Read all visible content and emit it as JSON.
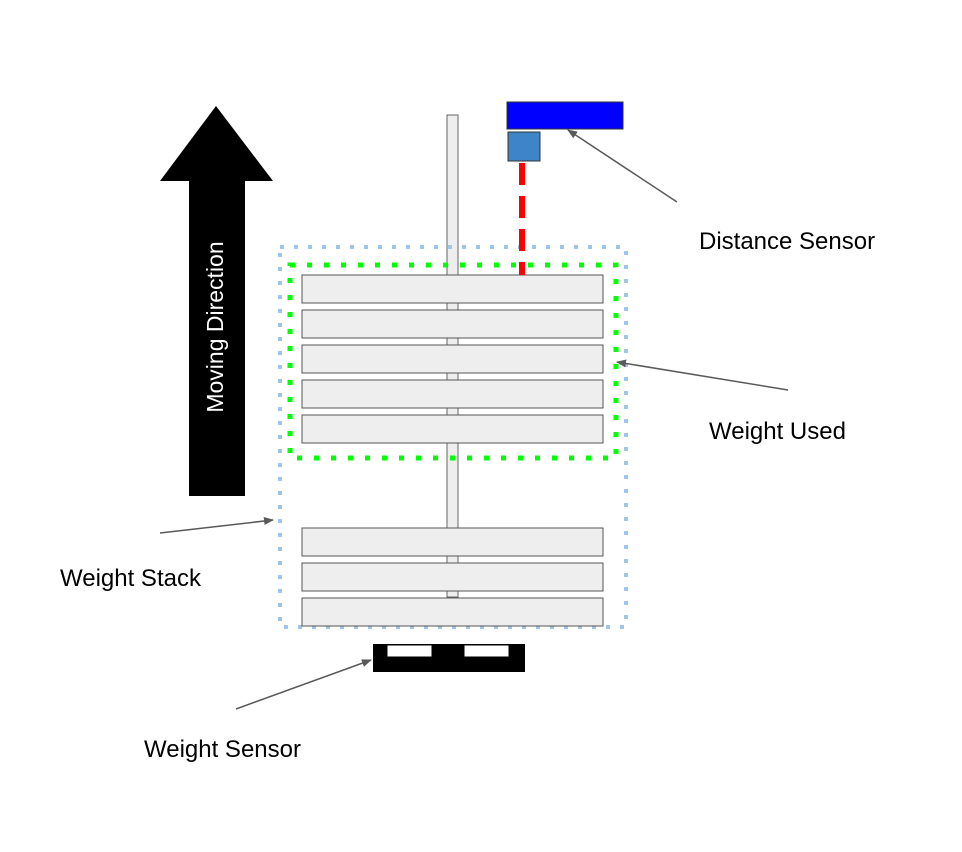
{
  "labels": {
    "moving_direction": "Moving Direction",
    "distance_sensor": "Distance Sensor",
    "weight_used": "Weight Used",
    "weight_stack": "Weight Stack",
    "weight_sensor": "Weight Sensor"
  },
  "colors": {
    "sensor_bar": "#0000ff",
    "sensor_head": "#3d85c6",
    "laser": "#ff0000",
    "weight_used_outline": "#00ff00",
    "weight_stack_outline": "#9fc5e8",
    "plate_fill": "#eeeeee",
    "plate_stroke": "#555555",
    "arrow": "#000000"
  },
  "icons": {
    "direction": "up-arrow-icon",
    "distance_sensor": "distance-sensor-icon",
    "weight_sensor": "scale-sensor-icon"
  },
  "plates": {
    "used_count": 5,
    "remaining_count": 3
  }
}
